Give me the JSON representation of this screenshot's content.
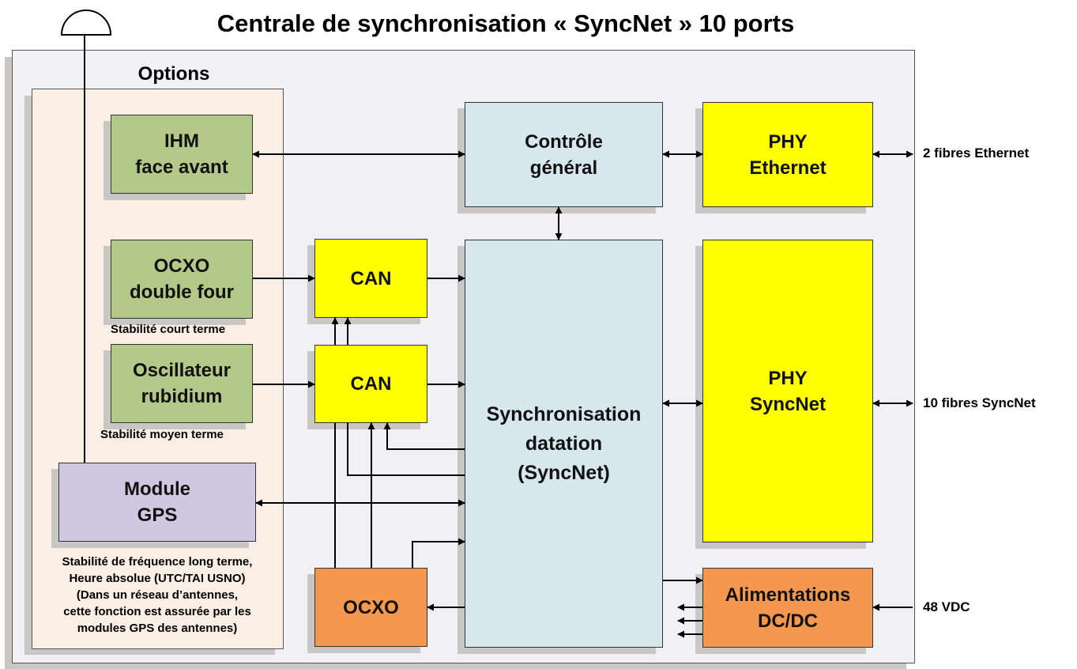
{
  "title": "Centrale de synchronisation « SyncNet » 10 ports",
  "options": {
    "title": "Options",
    "ihm": "IHM\nface avant",
    "ocxo_double": "OCXO\ndouble four",
    "ocxo_double_caption": "Stabilité court terme",
    "rubidium": "Oscillateur\nrubidium",
    "rubidium_caption": "Stabilité moyen terme",
    "gps": "Module\nGPS",
    "gps_note": "Stabilité de fréquence long terme,\nHeure absolue (UTC/TAI USNO)\n(Dans un réseau d’antennes,\ncette fonction est assurée par les\nmodules GPS des antennes)"
  },
  "blocks": {
    "can_top": "CAN",
    "can_bottom": "CAN",
    "ocxo": "OCXO",
    "controle": "Contrôle\ngénéral",
    "sync": "Synchronisation\ndatation\n(SyncNet)",
    "phy_ethernet": "PHY\nEthernet",
    "phy_syncnet": "PHY\nSyncNet",
    "alim": "Alimentations\nDC/DC"
  },
  "external": {
    "ethernet": "2 fibres Ethernet",
    "syncnet": "10 fibres SyncNet",
    "power": "48 VDC"
  },
  "colors": {
    "green": "#b3c98a",
    "yellow": "#ffff00",
    "light_blue": "#d6e8ee",
    "orange": "#f4984f",
    "lavender": "#cfc8e0",
    "options_bg": "#fbeee4",
    "frame_bg": "#f1f0f5"
  }
}
